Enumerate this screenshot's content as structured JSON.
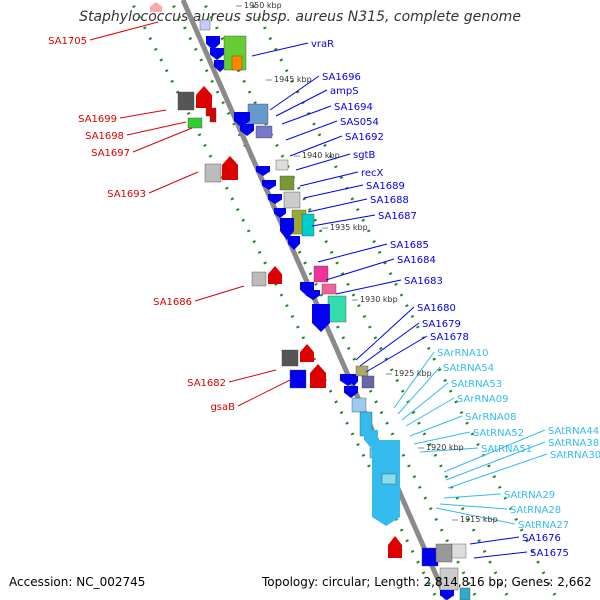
{
  "title": "Staphylococcus aureus subsp. aureus N315, complete genome",
  "accession": "Accession: NC_002745",
  "summary": "Topology: circular; Length: 2,814,816 bp; Genes: 2,662",
  "colors": {
    "forward_gene": "#0000ee",
    "reverse_gene": "#dd0000",
    "rna_gene": "#33bbee",
    "backbone": "#8a8a8a",
    "dots": "#228822"
  },
  "ticks": [
    "1950 kbp",
    "1945 kbp",
    "1940 kbp",
    "1935 kbp",
    "1930 kbp",
    "1925 kbp",
    "1920 kbp",
    "1915 kbp"
  ],
  "left_labels": [
    "SA1705",
    "SA1699",
    "SA1698",
    "SA1697",
    "SA1693",
    "SA1686",
    "SA1682",
    "gsaB"
  ],
  "right_labels": [
    "vraR",
    "SA1696",
    "ampS",
    "SA1694",
    "SAS054",
    "SA1692",
    "sgtB",
    "recX",
    "SA1689",
    "SA1688",
    "SA1687",
    "SA1685",
    "SA1684",
    "SA1683",
    "SA1680",
    "SA1679",
    "SA1678",
    "SA1676",
    "SA1675"
  ],
  "rna_labels": [
    "SArRNA10",
    "SAtRNA54",
    "SAtRNA53",
    "SArRNA09",
    "SArRNA08",
    "SAtRNA52",
    "SAtRNA51",
    "SAtRNA44",
    "SAtRNA38",
    "SAtRNA30",
    "SAtRNA29",
    "SAtRNA28",
    "SAtRNA27"
  ]
}
